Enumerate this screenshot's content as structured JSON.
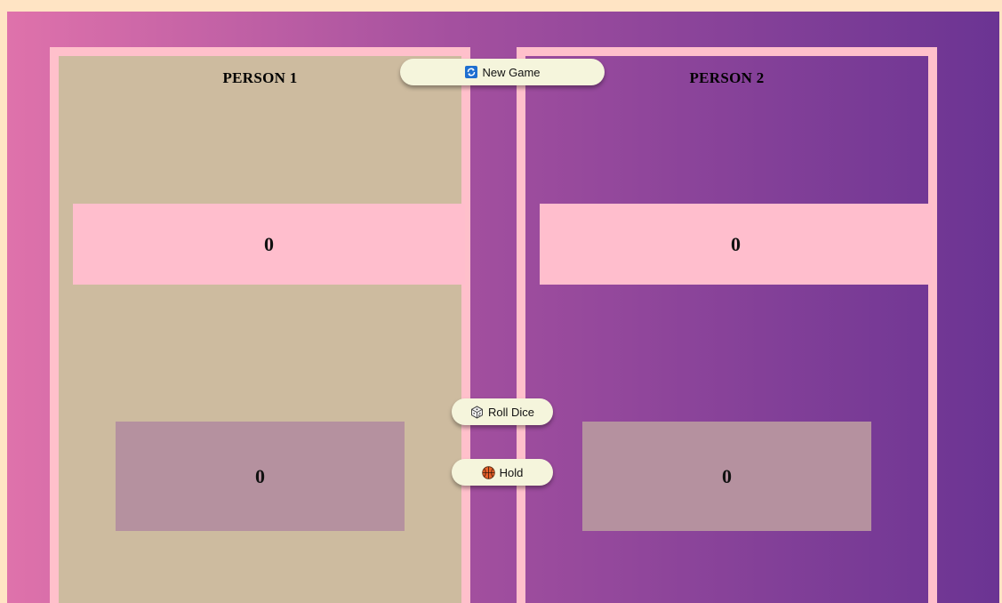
{
  "players": [
    {
      "name": "PERSON 1",
      "score": "0",
      "current": "0"
    },
    {
      "name": "PERSON 2",
      "score": "0",
      "current": "0"
    }
  ],
  "buttons": {
    "new_game": {
      "label": "New Game",
      "icon": "refresh-icon"
    },
    "roll": {
      "label": "Roll Dice",
      "icon": "dice-icon"
    },
    "hold": {
      "label": "Hold",
      "icon": "basketball-icon"
    }
  },
  "colors": {
    "background": "#ffe4c4",
    "active_panel": "#cdbb9f",
    "panel_border": "#ffc0cb",
    "score_box": "#ffbecd",
    "current_box": "#b5919f",
    "button": "#f5f5dc"
  }
}
